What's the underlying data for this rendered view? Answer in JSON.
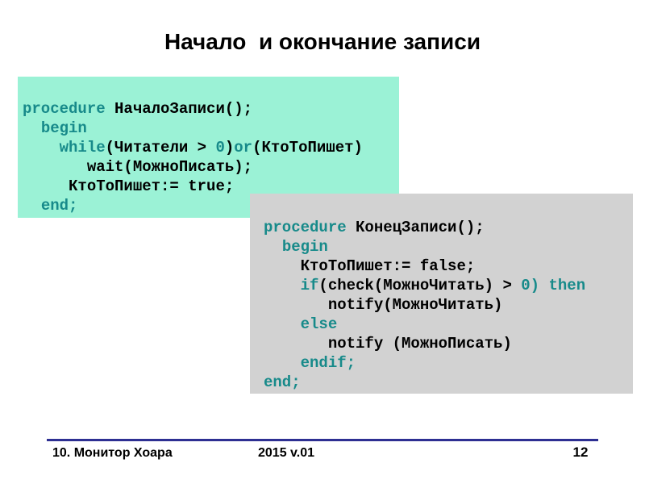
{
  "title": "Начало  и окончание записи",
  "colors": {
    "background": "#ffffff",
    "box_begin_bg": "#9bf2d6",
    "box_end_bg": "#d2d2d2",
    "keyword": "#178a8a",
    "code_text": "#000000",
    "footer_rule": "#2d2f92",
    "text": "#000000"
  },
  "code_blocks": [
    {
      "name": "begin-write-procedure",
      "lines": [
        [
          {
            "t": "procedure",
            "c": "k"
          },
          {
            "t": " НачалоЗаписи();"
          }
        ],
        [
          {
            "t": "  "
          },
          {
            "t": "begin",
            "c": "k"
          }
        ],
        [
          {
            "t": "    "
          },
          {
            "t": "while",
            "c": "k"
          },
          {
            "t": "(Читатели > "
          },
          {
            "t": "0",
            "c": "k"
          },
          {
            "t": ")"
          },
          {
            "t": "or",
            "c": "k"
          },
          {
            "t": "(КтоТоПишет)"
          }
        ],
        [
          {
            "t": "       wait(МожноПисать);"
          }
        ],
        [
          {
            "t": "     КтоТоПишет:= true;"
          }
        ],
        [
          {
            "t": "  "
          },
          {
            "t": "end;",
            "c": "k"
          }
        ]
      ]
    },
    {
      "name": "end-write-procedure",
      "lines": [
        [
          {
            "t": "procedure",
            "c": "k"
          },
          {
            "t": " КонецЗаписи();"
          }
        ],
        [
          {
            "t": "  "
          },
          {
            "t": "begin",
            "c": "k"
          }
        ],
        [
          {
            "t": "    КтоТоПишет:= false;"
          }
        ],
        [
          {
            "t": "    "
          },
          {
            "t": "if",
            "c": "k"
          },
          {
            "t": "(check(МожноЧитать) > "
          },
          {
            "t": "0)",
            "c": "k"
          },
          {
            "t": " "
          },
          {
            "t": "then",
            "c": "k"
          }
        ],
        [
          {
            "t": "       notify(МожноЧитать)"
          }
        ],
        [
          {
            "t": "    "
          },
          {
            "t": "else",
            "c": "k"
          }
        ],
        [
          {
            "t": "       notify (МожноПисать)"
          }
        ],
        [
          {
            "t": "    "
          },
          {
            "t": "endif;",
            "c": "k"
          }
        ],
        [
          {
            "t": "end;",
            "c": "k"
          }
        ]
      ]
    }
  ],
  "footer": {
    "left": "10. Монитор Хоара",
    "center": "2015 v.01",
    "page": "12"
  }
}
